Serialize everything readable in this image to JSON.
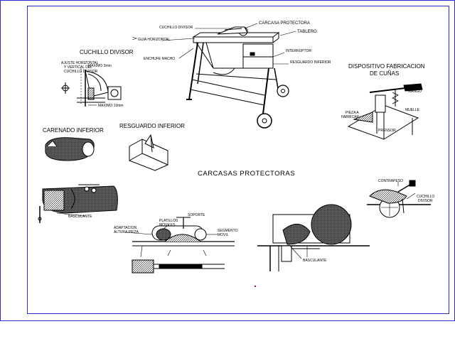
{
  "labels": {
    "sierra": {
      "cuchillo_divisor": "CUCHILLO DIVISOR",
      "carcasa_protectora": "CARCASA PROTECTORA",
      "guia_horizontal": "GUIA HORIZONTAL",
      "tablero": "TABLERO",
      "enchufe_macho": "ENCHUFE MACHO",
      "interruptor": "INTERRUPTOR",
      "resguardo_inferior": "RESGUARDO INFERIOR"
    },
    "cuchillo_section": {
      "title": "CUCHILLO DIVISOR",
      "ajuste": "AJUSTE HORIZONTAL Y VERTICAL DEL CUCHILLO DIVISOR",
      "maximo_3mm": "MAXIMO 3mm",
      "maximo_10mm": "MAXIMO 10mm"
    },
    "dispositivo": {
      "title_1": "DISPOSITIVO FABRICACION",
      "title_2": "DE CUÑAS",
      "mango": "MANGO",
      "muelle": "MUELLE",
      "pieza": "PIEZA A FABRICAR",
      "prensor": "PRENSOR"
    },
    "carenado": "CARENADO INFERIOR",
    "resguardo": "RESGUARDO INFERIOR",
    "carcasas_title": "CARCASAS PROTECTORAS",
    "basculante_left": "BASCULANTE",
    "adaptacion": "ADAPTACION ALTURA PIEZA",
    "platillos": "PLATILLOS MOVILES",
    "soporte": "SOPORTE",
    "segmento": "SEGMENTO MOVIL",
    "basculante_right": "BASCULANTE",
    "contrapeso": "CONTRAPESO",
    "cuchillo_divisor_right": "CUCHILLO DIVISOR"
  },
  "colors": {
    "frame": "#2b2bd6",
    "ink": "#000000",
    "marker": "#cc0000"
  }
}
